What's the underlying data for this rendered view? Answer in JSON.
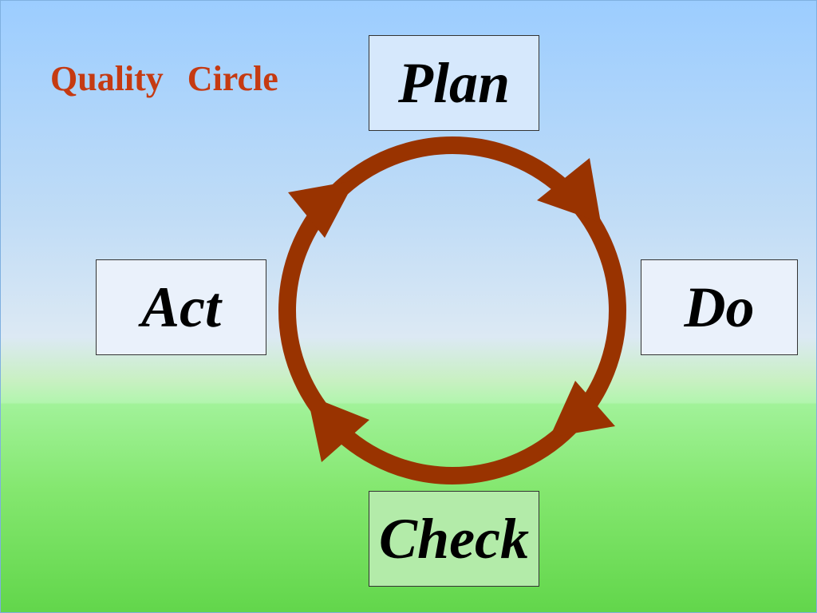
{
  "title": {
    "word1": "Quality",
    "word2": "Circle"
  },
  "steps": {
    "plan": "Plan",
    "do": "Do",
    "check": "Check",
    "act": "Act"
  },
  "colors": {
    "title": "#c53a12",
    "cycle": "#993300",
    "box_border": "#333333"
  }
}
